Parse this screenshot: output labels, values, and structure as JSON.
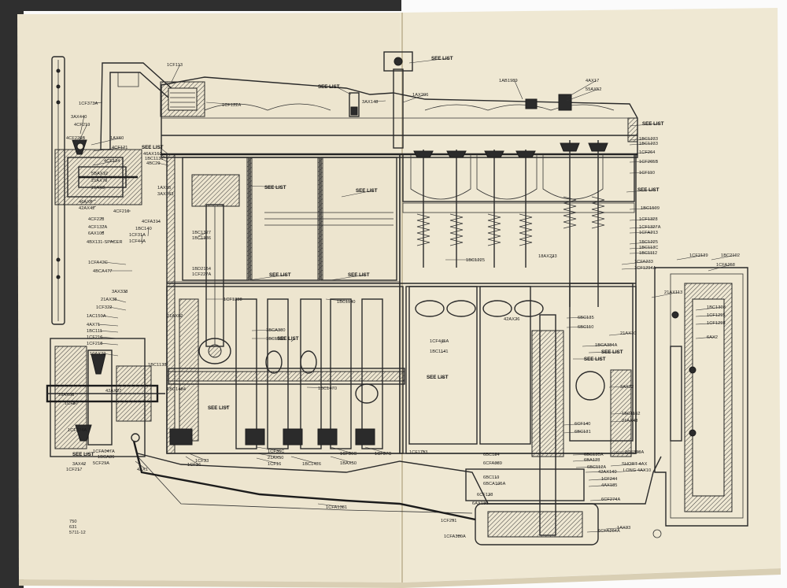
{
  "document": {
    "corner_code": [
      "750",
      "631",
      "5711-12"
    ]
  },
  "labels": {
    "top": [
      {
        "id": "t1",
        "text": "1CF113"
      },
      {
        "id": "t2",
        "text": "SEE LIST"
      },
      {
        "id": "t3",
        "text": "SEE LIST"
      },
      {
        "id": "t4",
        "text": "1CF122A"
      },
      {
        "id": "t5",
        "text": "3AX148"
      },
      {
        "id": "t6",
        "text": "1AX206"
      },
      {
        "id": "t7",
        "text": "1AB1989"
      },
      {
        "id": "t8",
        "text": "4AX17"
      },
      {
        "id": "t9",
        "text": "55AX52"
      }
    ],
    "left": [
      {
        "id": "l1",
        "text": "1CF373A"
      },
      {
        "id": "l2",
        "text": "3AX440"
      },
      {
        "id": "l3",
        "text": "4CF219"
      },
      {
        "id": "l4",
        "text": "4CF220B"
      },
      {
        "id": "l5",
        "text": "1AX60"
      },
      {
        "id": "l6",
        "text": "4CF121"
      },
      {
        "id": "l7",
        "text": "4CF124"
      },
      {
        "id": "l8",
        "text": "5BAX12"
      },
      {
        "id": "l9",
        "text": "21AX79"
      },
      {
        "id": "l10",
        "text": "21AX8"
      },
      {
        "id": "l11",
        "text": "46AX8"
      },
      {
        "id": "l12",
        "text": "42AX42"
      },
      {
        "id": "l13",
        "text": "4CF228"
      },
      {
        "id": "l14",
        "text": "4CF132A"
      },
      {
        "id": "l15",
        "text": "6AX108"
      },
      {
        "id": "l16",
        "text": "4BX131-SPACER"
      },
      {
        "id": "l17",
        "text": "1CFA42C"
      },
      {
        "id": "l18",
        "text": "4BCA477"
      },
      {
        "id": "l19",
        "text": "3AX338"
      },
      {
        "id": "l20",
        "text": "21AX38"
      },
      {
        "id": "l21",
        "text": "1CF322"
      },
      {
        "id": "l22",
        "text": "1AC150A"
      },
      {
        "id": "l23",
        "text": "4AX71"
      },
      {
        "id": "l24",
        "text": "1BC111"
      },
      {
        "id": "l25",
        "text": "1CF216"
      },
      {
        "id": "l26",
        "text": "1CF218"
      },
      {
        "id": "l27",
        "text": "10AX22"
      },
      {
        "id": "l28",
        "text": "26AX65"
      },
      {
        "id": "l29",
        "text": "1CF87"
      },
      {
        "id": "l30",
        "text": "1CF324A"
      },
      {
        "id": "l31",
        "text": "SEE LIST"
      },
      {
        "id": "l32",
        "text": "3AX42"
      },
      {
        "id": "l33",
        "text": "1CF217"
      },
      {
        "id": "l34",
        "text": "4CF210"
      },
      {
        "id": "l35",
        "text": "4CFA314"
      },
      {
        "id": "l36",
        "text": "1AX95"
      },
      {
        "id": "l37",
        "text": "3AX163"
      },
      {
        "id": "l38",
        "text": "42AX27"
      },
      {
        "id": "l39",
        "text": "4AX1"
      },
      {
        "id": "l40",
        "text": "1CFA047A"
      },
      {
        "id": "l41",
        "text": "1BCA86"
      },
      {
        "id": "l42",
        "text": "5CF29A"
      }
    ],
    "middle": [
      {
        "id": "m1",
        "text": "SEE LIST"
      },
      {
        "id": "m2",
        "text": "46AX161"
      },
      {
        "id": "m3",
        "text": "1BC1131"
      },
      {
        "id": "m4",
        "text": "4BC29"
      },
      {
        "id": "m5",
        "text": "SEE LIST"
      },
      {
        "id": "m6",
        "text": "SEE LIST"
      },
      {
        "id": "m7",
        "text": "1BC1327"
      },
      {
        "id": "m8",
        "text": "1BC1336"
      },
      {
        "id": "m9",
        "text": "1BC140"
      },
      {
        "id": "m10",
        "text": "1CF31A"
      },
      {
        "id": "m11",
        "text": "1CF44A"
      },
      {
        "id": "m12",
        "text": "1BD2164"
      },
      {
        "id": "m13",
        "text": "1CF227A"
      },
      {
        "id": "m14",
        "text": "SEE LIST"
      },
      {
        "id": "m15",
        "text": "SEE LIST"
      },
      {
        "id": "m16",
        "text": "1CF1338"
      },
      {
        "id": "m17",
        "text": "1BC1140"
      },
      {
        "id": "m18",
        "text": "1BCA380"
      },
      {
        "id": "m19",
        "text": "1BC1338"
      },
      {
        "id": "m20",
        "text": "SEE LIST"
      },
      {
        "id": "m21",
        "text": "21AX82"
      },
      {
        "id": "m22",
        "text": "1BC1133"
      },
      {
        "id": "m23",
        "text": "1BC1484"
      },
      {
        "id": "m24",
        "text": "1BC1470"
      },
      {
        "id": "m25",
        "text": "SEE LIST"
      },
      {
        "id": "m26",
        "text": "1CF33"
      },
      {
        "id": "m27",
        "text": "1CF16"
      },
      {
        "id": "m28",
        "text": "1CF36C"
      },
      {
        "id": "m29",
        "text": "21AX50"
      },
      {
        "id": "m30",
        "text": "1CF16"
      },
      {
        "id": "m31",
        "text": "1BC1426"
      },
      {
        "id": "m32",
        "text": "1CF36C"
      },
      {
        "id": "m33",
        "text": "1BAX50"
      },
      {
        "id": "m34",
        "text": "1CF37C"
      },
      {
        "id": "m35",
        "text": "1CFA1381"
      }
    ],
    "right": [
      {
        "id": "r1",
        "text": "SEE LIST"
      },
      {
        "id": "r2",
        "text": "1BC1233"
      },
      {
        "id": "r3",
        "text": "1BC1233"
      },
      {
        "id": "r4",
        "text": "1CF264"
      },
      {
        "id": "r5",
        "text": "1CF265B"
      },
      {
        "id": "r6",
        "text": "1CF110"
      },
      {
        "id": "r7",
        "text": "SEE LIST"
      },
      {
        "id": "r8",
        "text": "1BC1509"
      },
      {
        "id": "r9",
        "text": "1CF1328"
      },
      {
        "id": "r10",
        "text": "1CF1327A"
      },
      {
        "id": "r11",
        "text": "1CFA213"
      },
      {
        "id": "r12",
        "text": "1BC1225"
      },
      {
        "id": "r13",
        "text": "1BC113C"
      },
      {
        "id": "r14",
        "text": "1BC1112"
      },
      {
        "id": "r15",
        "text": "1CFA233"
      },
      {
        "id": "r16",
        "text": "1CF1294A"
      },
      {
        "id": "r17",
        "text": "1CF2139"
      },
      {
        "id": "r18",
        "text": "1BC2102"
      },
      {
        "id": "r19",
        "text": "1CFA258"
      },
      {
        "id": "r20",
        "text": "1BC1225"
      },
      {
        "id": "r21",
        "text": "18AX233"
      },
      {
        "id": "r22",
        "text": "21AX113"
      },
      {
        "id": "r23",
        "text": "1BC1308"
      },
      {
        "id": "r24",
        "text": "1CF1295"
      },
      {
        "id": "r25",
        "text": "1CF1298"
      },
      {
        "id": "r26",
        "text": "6AX2"
      },
      {
        "id": "r27",
        "text": "1CF445A"
      },
      {
        "id": "r28",
        "text": "1BC1141"
      },
      {
        "id": "r29",
        "text": "42AX26"
      },
      {
        "id": "r30",
        "text": "6BC135"
      },
      {
        "id": "r31",
        "text": "6BC110"
      },
      {
        "id": "r32",
        "text": "21AX10"
      },
      {
        "id": "r33",
        "text": "1BCA384A"
      },
      {
        "id": "r34",
        "text": "SEE LIST"
      },
      {
        "id": "r35",
        "text": "SEE LIST"
      },
      {
        "id": "r36",
        "text": "SEE LIST"
      },
      {
        "id": "r37",
        "text": "3AX22"
      },
      {
        "id": "r38",
        "text": "1BC1152"
      },
      {
        "id": "r39",
        "text": "21AX48"
      },
      {
        "id": "r40",
        "text": "6CF140"
      },
      {
        "id": "r41",
        "text": "6BC131"
      },
      {
        "id": "r42",
        "text": "1CF1193"
      },
      {
        "id": "r43",
        "text": "6BC134"
      },
      {
        "id": "r44",
        "text": "6CFA389"
      },
      {
        "id": "r45",
        "text": "6BC135A"
      },
      {
        "id": "r46",
        "text": "6BA128"
      },
      {
        "id": "r47",
        "text": "1CF398A"
      },
      {
        "id": "r48",
        "text": "6BC112A"
      },
      {
        "id": "r49",
        "text": "42AX140"
      },
      {
        "id": "r50",
        "text": "SHORT 4AX"
      },
      {
        "id": "r51",
        "text": "LONG 4AX10"
      },
      {
        "id": "r52",
        "text": "6BC119"
      },
      {
        "id": "r53",
        "text": "6BCA105A"
      },
      {
        "id": "r54",
        "text": "1CF244"
      },
      {
        "id": "r55",
        "text": "4AX185"
      },
      {
        "id": "r56",
        "text": "6CF138"
      },
      {
        "id": "r57",
        "text": "6AX180"
      },
      {
        "id": "r58",
        "text": "6CF274A"
      },
      {
        "id": "r59",
        "text": "1CF291"
      },
      {
        "id": "r60",
        "text": "1AX33"
      },
      {
        "id": "r61",
        "text": "1CFA380A"
      },
      {
        "id": "r62",
        "text": "6CFA264A"
      }
    ]
  },
  "colors": {
    "paper": "#ede5cf",
    "paper_edge": "#d9cfb4",
    "ink": "#2a2a2a",
    "binding": "#2f2f2f"
  }
}
